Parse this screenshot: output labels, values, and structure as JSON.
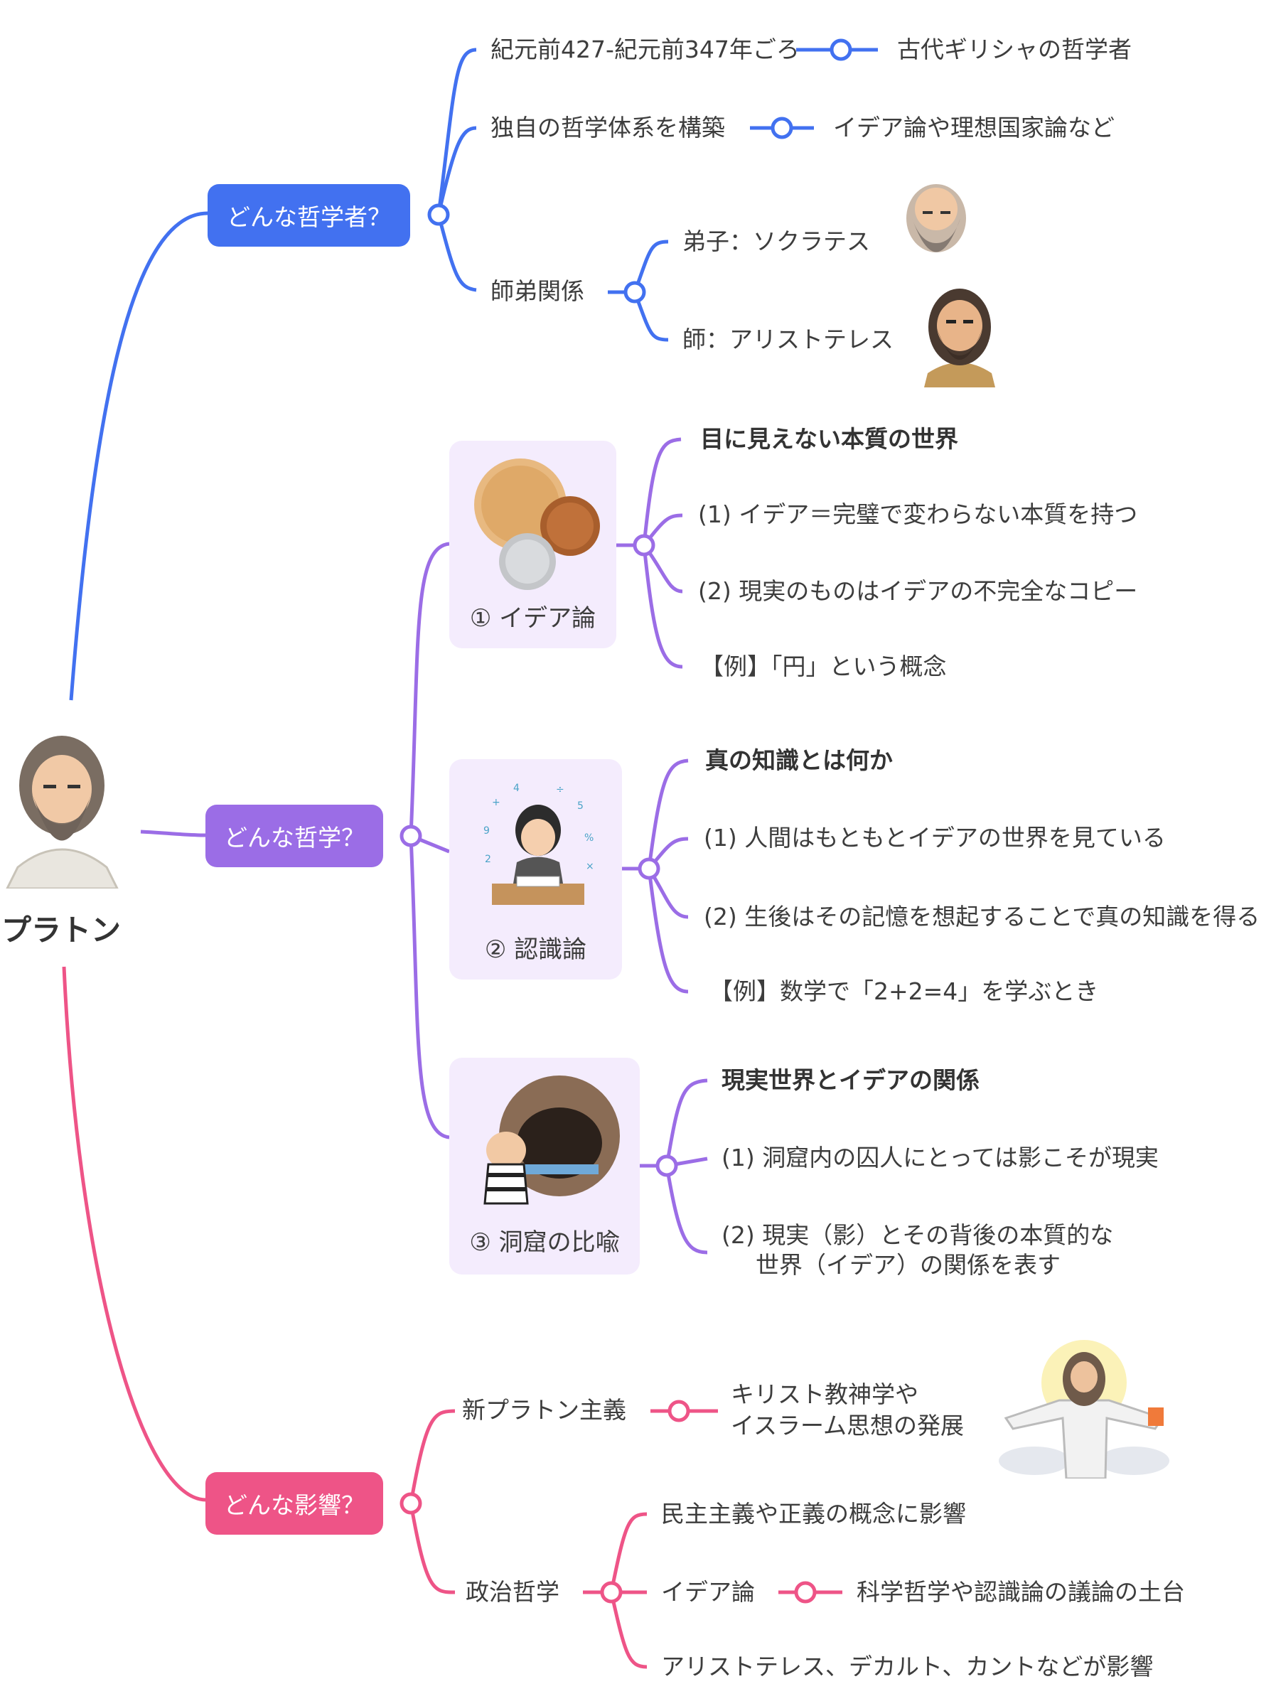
{
  "root": {
    "label": "プラトン"
  },
  "colors": {
    "blue": "#4271f0",
    "purple": "#9b6de6",
    "pink": "#ee5487",
    "card": "#f4ecfd"
  },
  "branch1": {
    "label": "どんな哲学者？",
    "items": [
      {
        "text": "紀元前427-紀元前347年ごろ",
        "child": "古代ギリシャの哲学者"
      },
      {
        "text": "独自の哲学体系を構築",
        "child": "イデア論や理想国家論など"
      },
      {
        "text": "師弟関係",
        "children": [
          "弟子：ソクラテス",
          "師：アリストテレス"
        ]
      }
    ]
  },
  "branch2": {
    "label": "どんな哲学？",
    "cards": [
      {
        "label": "① イデア論",
        "heading": "目に見えない本質の世界",
        "lines": [
          "(1) イデア＝完璧で変わらない本質を持つ",
          "(2) 現実のものはイデアの不完全なコピー",
          "【例】「円」という概念"
        ]
      },
      {
        "label": "② 認識論",
        "heading": "真の知識とは何か",
        "lines": [
          "(1) 人間はもともとイデアの世界を見ている",
          "(2) 生後はその記憶を想起することで真の知識を得る",
          "【例】数学で「2+2=4」を学ぶとき"
        ]
      },
      {
        "label": "③ 洞窟の比喩",
        "heading": "現実世界とイデアの関係",
        "lines": [
          "(1) 洞窟内の囚人にとっては影こそが現実",
          "(2) 現実（影）とその背後の本質的な",
          "世界（イデア）の関係を表す"
        ]
      }
    ]
  },
  "branch3": {
    "label": "どんな影響？",
    "items": [
      {
        "text": "新プラトン主義",
        "child1": "キリスト教神学や",
        "child2": "イスラーム思想の発展"
      },
      {
        "text": "政治哲学",
        "children": [
          "民主主義や正義の概念に影響",
          "イデア論",
          "アリストテレス、デカルト、カントなどが影響"
        ],
        "grandchild": "科学哲学や認識論の議論の土台"
      }
    ]
  }
}
